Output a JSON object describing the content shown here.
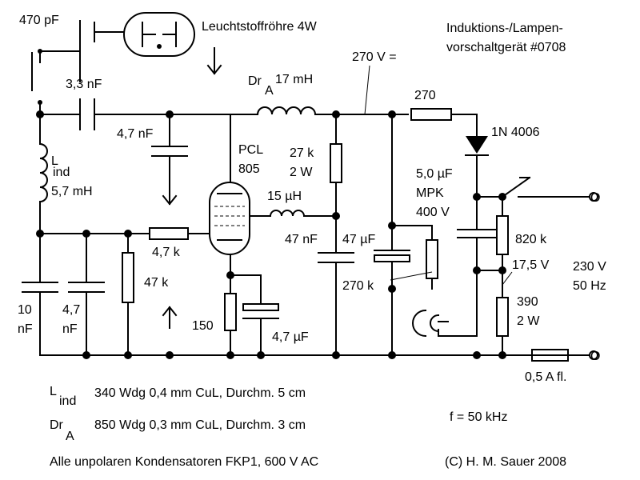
{
  "title": {
    "line1": "Induktions-/Lampen-",
    "line2": "vorschaltgerät #0708"
  },
  "labels": {
    "c470p": "470 pF",
    "tube": "Leuchtstoffröhre 4W",
    "c3n3": "3,3 nF",
    "dra_main": "Dr",
    "dra_sub": "A",
    "dra_val": "17 mH",
    "v270": "270 V =",
    "r270": "270",
    "diode": "1N 4006",
    "c4n7_top": "4,7 nF",
    "pcl_line1": "PCL",
    "pcl_line2": "805",
    "r27k_line1": "27 k",
    "r27k_line2": "2 W",
    "c5u_line1": "5,0 µF",
    "c5u_line2": "MPK",
    "c5u_line3": "400 V",
    "lind_main": "L",
    "lind_sub": "ind",
    "lind_val": "5,7 mH",
    "l15u": "15 µH",
    "r4k7": "4,7 k",
    "c47n": "47 nF",
    "c47u": "47 µF",
    "r820k": "820 k",
    "r47k": "47 k",
    "v17": "17,5 V",
    "mains_v": "230 V",
    "mains_f": "50 Hz",
    "r270k": "270 k",
    "c10n_line1": "10",
    "c10n_line2": "nF",
    "c4n7_bot_line1": "4,7",
    "c4n7_bot_line2": "nF",
    "r150": "150",
    "r390_line1": "390",
    "r390_line2": "2 W",
    "c4u7": "4,7 µF",
    "fuse": "0,5 A fl.",
    "term_o1": "O",
    "term_o2": "O"
  },
  "notes": {
    "lind_main": "L",
    "lind_sub": "ind",
    "lind_text": "340 Wdg 0,4 mm CuL, Durchm. 5 cm",
    "dra_main": "Dr",
    "dra_sub": "A",
    "dra_text": "850 Wdg 0,3 mm CuL, Durchm. 3 cm",
    "freq": "f = 50 kHz",
    "caps": "Alle unpolaren Kondensatoren FKP1, 600 V AC",
    "copyright": "(C) H. M. Sauer 2008"
  }
}
